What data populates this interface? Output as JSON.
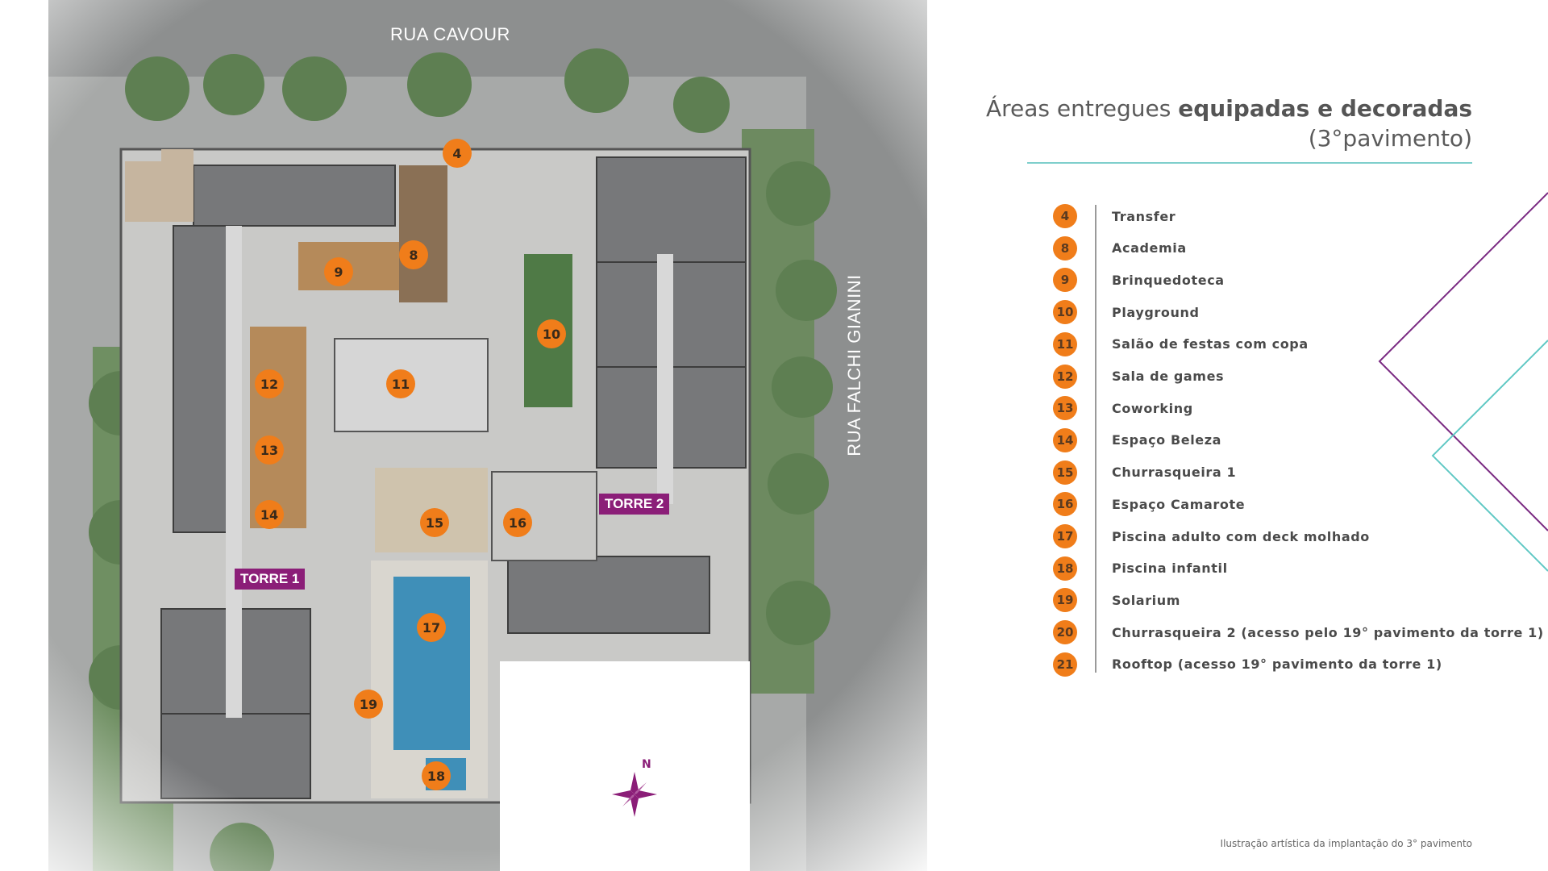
{
  "title": {
    "regular": "Áreas entregues ",
    "bold": "equipadas e decoradas",
    "line2": "(3°pavimento)"
  },
  "map": {
    "streets": {
      "top": "RUA CAVOUR",
      "right": "RUA FALCHI GIANINI"
    },
    "towers": [
      "TORRE 1",
      "TORRE 2"
    ],
    "compass_label": "N",
    "markers": [
      "4",
      "8",
      "9",
      "10",
      "11",
      "12",
      "13",
      "14",
      "15",
      "16",
      "17",
      "18",
      "19"
    ]
  },
  "legend": [
    {
      "num": "4",
      "label": "Transfer"
    },
    {
      "num": "8",
      "label": "Academia"
    },
    {
      "num": "9",
      "label": "Brinquedoteca"
    },
    {
      "num": "10",
      "label": "Playground"
    },
    {
      "num": "11",
      "label": "Salão de festas com copa"
    },
    {
      "num": "12",
      "label": "Sala de games"
    },
    {
      "num": "13",
      "label": "Coworking"
    },
    {
      "num": "14",
      "label": "Espaço Beleza"
    },
    {
      "num": "15",
      "label": "Churrasqueira 1"
    },
    {
      "num": "16",
      "label": "Espaço Camarote"
    },
    {
      "num": "17",
      "label": "Piscina adulto com deck molhado"
    },
    {
      "num": "18",
      "label": "Piscina infantil"
    },
    {
      "num": "19",
      "label": "Solarium"
    },
    {
      "num": "20",
      "label": "Churrasqueira 2 (acesso pelo 19° pavimento da torre 1)"
    },
    {
      "num": "21",
      "label": "Rooftop (acesso 19° pavimento da torre 1)"
    }
  ],
  "footnote": "Ilustração artística da implantação do 3°  pavimento",
  "colors": {
    "marker": "#f07d1a",
    "tower": "#8b1e78",
    "accent_teal": "#7ecfcc",
    "accent_purple": "#7a2a82"
  }
}
